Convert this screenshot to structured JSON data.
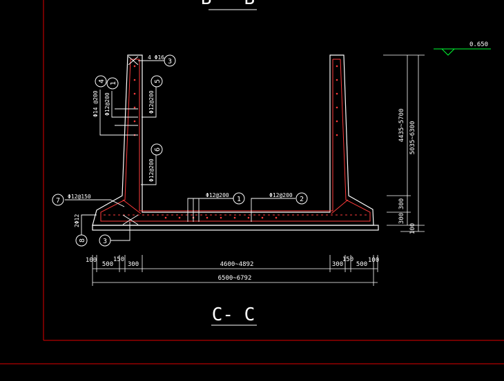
{
  "colors": {
    "background": "#000000",
    "frame": "#e00000",
    "concrete": "#ffffff",
    "rebar": "#ff3b3b",
    "dimension": "#ffffff",
    "level_mark": "#00ff33"
  },
  "title_top": "B - B",
  "section_title": "C- C",
  "level": {
    "value": "0.650"
  },
  "rebar_callouts": {
    "top": "4 Φ16",
    "c4": "Φ14 @200",
    "c1": "Φ12@200",
    "c5": "Φ12@200",
    "c6": "Φ12@200",
    "c7": "Φ12@150",
    "c8": "2Φ12",
    "mid1": "Φ12@200",
    "mid2": "Φ12@200"
  },
  "bubbles": {
    "b3_top": "3",
    "b4": "4",
    "b1_left": "1",
    "b5": "5",
    "b6": "6",
    "b7": "7",
    "b8": "8",
    "b3_bot": "3",
    "b1_mid": "1",
    "b2_mid": "2"
  },
  "dims_bottom": {
    "d100_l": "100",
    "d500_l": "500",
    "d150_l": "150",
    "d300_l": "300",
    "d_mid": "4600~4892",
    "d300_r": "300",
    "d150_r": "150",
    "d500_r": "500",
    "d100_r": "100",
    "d_total": "6500~6792"
  },
  "dims_right": {
    "d_inner": "4435~5700",
    "d_outer": "5035~6300",
    "d300_a": "300",
    "d300_b": "300",
    "d100": "100"
  }
}
